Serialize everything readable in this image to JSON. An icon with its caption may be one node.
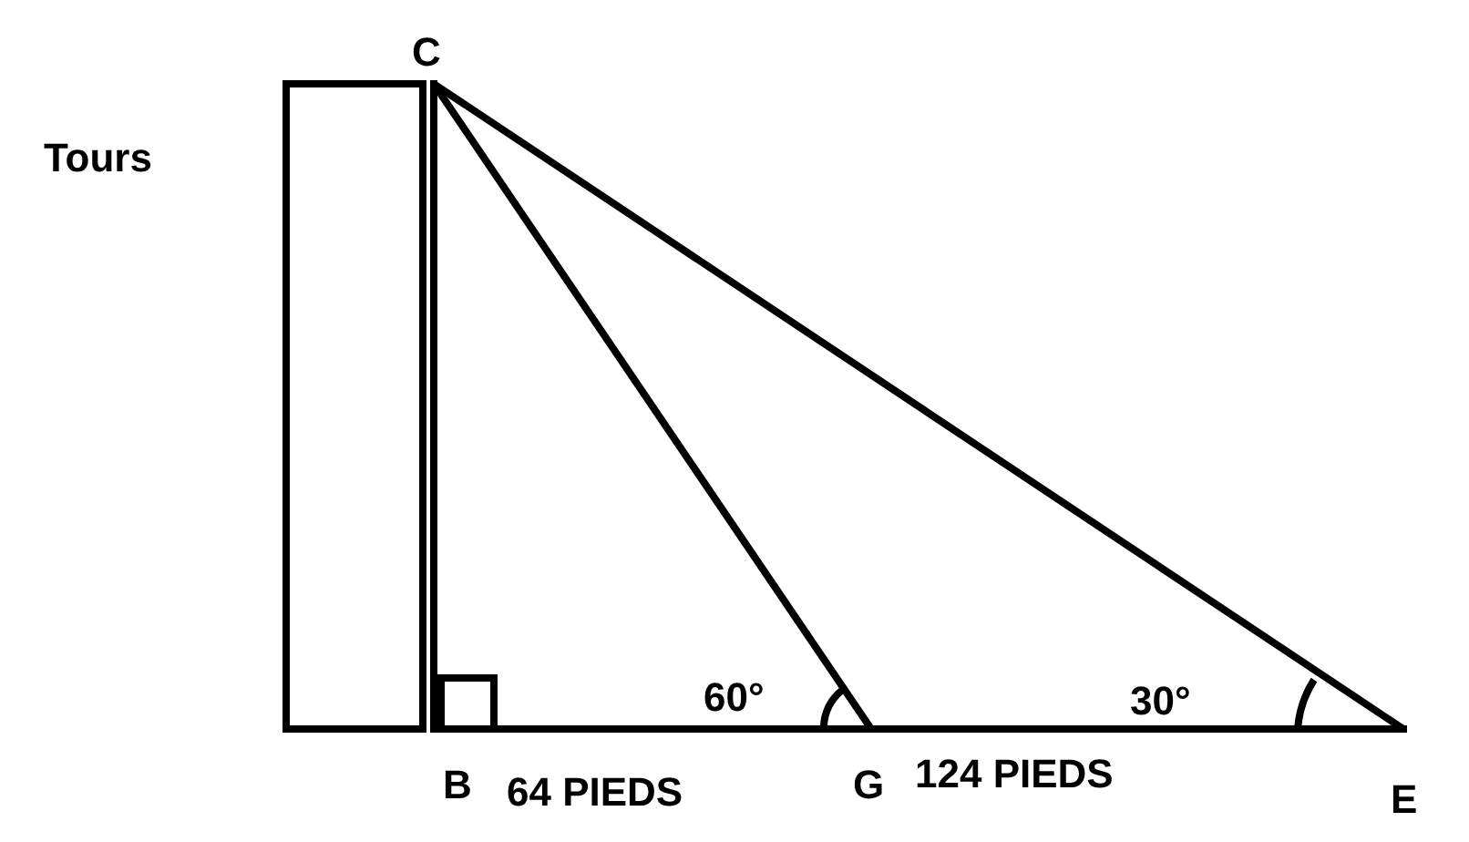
{
  "diagram": {
    "labels": [
      "C",
      "Tours",
      "60°",
      "30°",
      "B",
      "64 PIEDS",
      "G",
      "124 PIEDS",
      "E"
    ]
  }
}
